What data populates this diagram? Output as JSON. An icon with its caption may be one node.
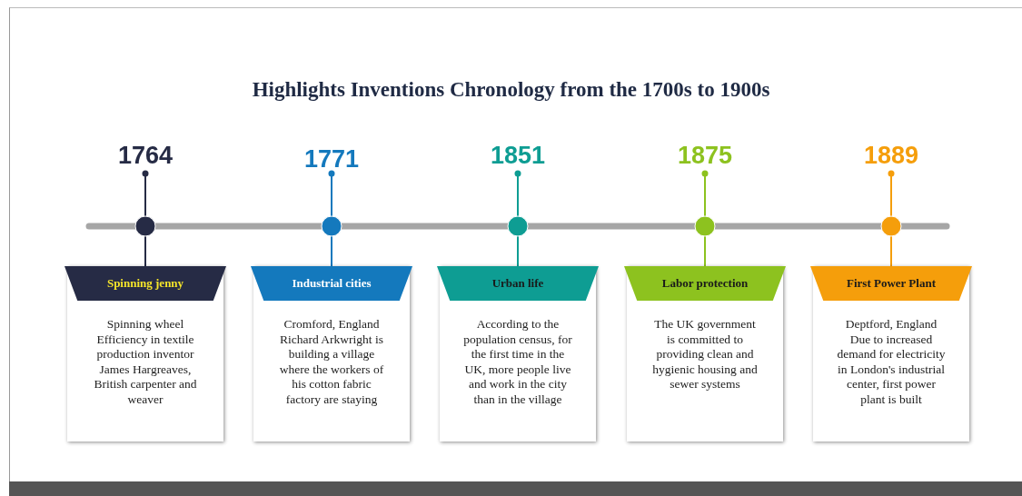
{
  "diagram": {
    "title": "Highlights Inventions Chronology from the 1700s to 1900s",
    "nodes": [
      {
        "text": [
          "Spinning jenny",
          "Spinning wheel Efficiency in textile production inventor James Hargreaves, British carpenter and weaver"
        ]
      },
      {
        "text": [
          "Industrial cities",
          "Cromford, England Richard Arkwright is building a village where the workers of his cotton fabric factory are staying"
        ]
      },
      {
        "text": [
          "Urban life",
          "According to the population census, for the first time in the UK, more people live and work in the city than in the village"
        ]
      },
      {
        "text": [
          "Labor protection",
          "The UK government is committed to providing clean and hygienic housing and sewer systems"
        ]
      },
      {
        "text": [
          "First Power Plant",
          "Deptford, England Due to increased demand for electricity in London's industrial center, first power plant is built"
        ]
      }
    ],
    "edges": [],
    "labels": [
      "1764",
      "1771",
      "1851",
      "1875",
      "1889"
    ]
  }
}
